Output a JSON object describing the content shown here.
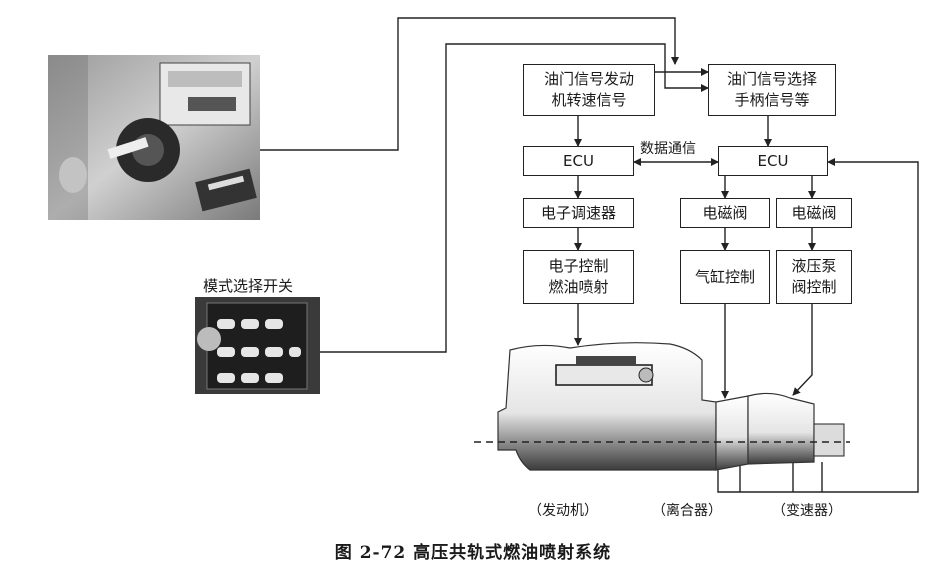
{
  "boxes": {
    "throttle_engine_speed": "油门信号发动\n机转速信号",
    "throttle_handle": "油门信号选择\n手柄信号等",
    "ecu_left": "ECU",
    "ecu_right": "ECU",
    "electronic_governor": "电子调速器",
    "solenoid_valve_1": "电磁阀",
    "solenoid_valve_2": "电磁阀",
    "electronic_injection": "电子控制\n燃油喷射",
    "cylinder_control": "气缸控制",
    "pump_valve_control": "液压泵\n阀控制"
  },
  "labels": {
    "data_comm": "数据通信",
    "mode_switch": "模式选择开关",
    "engine": "（发动机）",
    "clutch": "（离合器）",
    "transmission": "（变速器）"
  },
  "caption": "图 2-72    高压共轨式燃油喷射系统"
}
